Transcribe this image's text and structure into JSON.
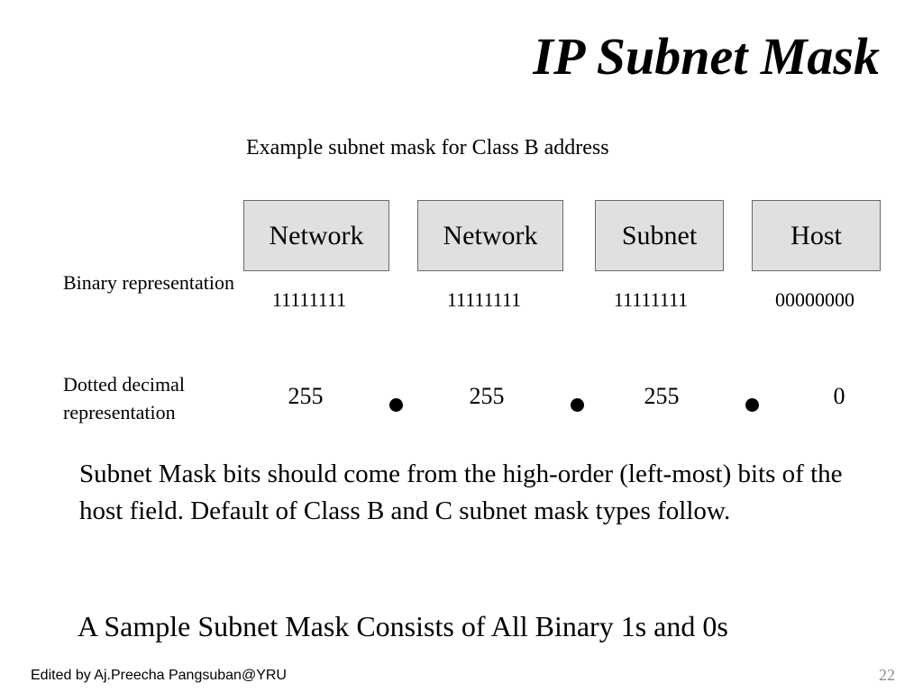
{
  "slide": {
    "title": "IP Subnet Mask",
    "caption": "Example subnet mask for Class B address",
    "fields": [
      "Network",
      "Network",
      "Subnet",
      "Host"
    ],
    "binary_label": "Binary representation",
    "binary_values": [
      "11111111",
      "11111111",
      "11111111",
      "00000000"
    ],
    "decimal_label": "Dotted decimal representation",
    "decimal_values": [
      "255",
      "255",
      "255",
      "0"
    ],
    "paragraph": "Subnet Mask bits should come from the high-order (left-most) bits of the host field. Default of Class B and C subnet mask types follow.",
    "sample_heading": "A Sample Subnet Mask Consists of All Binary 1s and 0s",
    "footer": "Edited by Aj.Preecha  Pangsuban@YRU",
    "page_number": "22"
  }
}
